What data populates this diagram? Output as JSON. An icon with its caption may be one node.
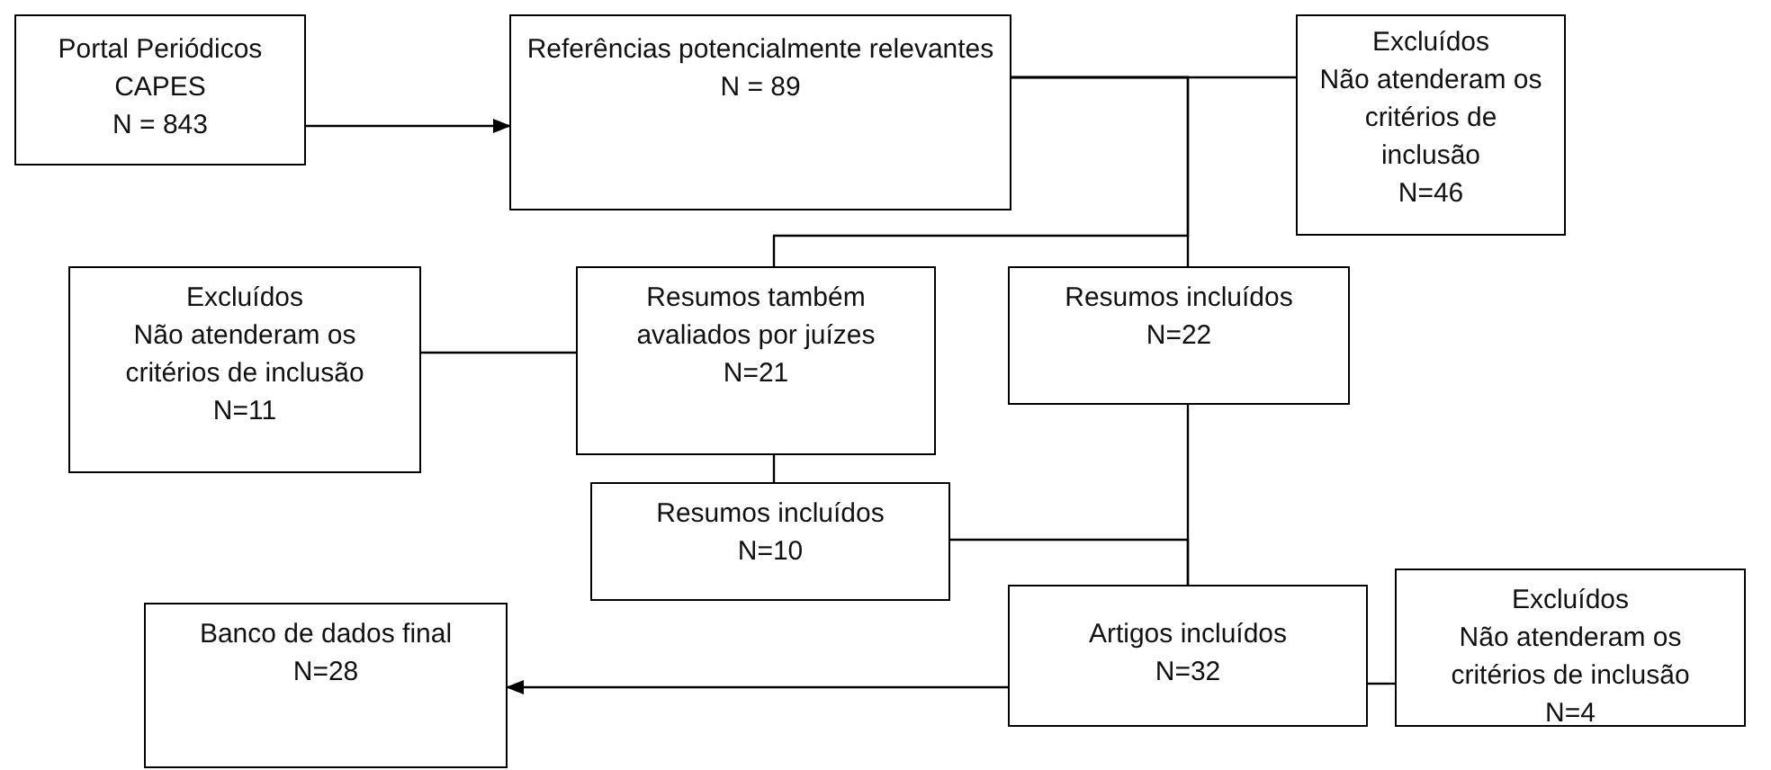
{
  "diagram": {
    "nodes": [
      {
        "text": [
          "Portal Periódicos CAPES",
          "N = 843"
        ]
      },
      {
        "text": [
          "Referências potencialmente relevantes",
          "N = 89"
        ]
      },
      {
        "text": [
          "Excluídos",
          "Não atenderam os critérios de inclusão",
          "N=46"
        ]
      },
      {
        "text": [
          "Excluídos",
          "Não atenderam os critérios de inclusão",
          "N=11"
        ]
      },
      {
        "text": [
          "Resumos também avaliados por juízes",
          "N=21"
        ]
      },
      {
        "text": [
          "Resumos incluídos",
          "N=22"
        ]
      },
      {
        "text": [
          "Resumos incluídos",
          "N=10"
        ]
      },
      {
        "text": [
          "Banco de dados final",
          "N=28"
        ]
      },
      {
        "text": [
          "Artigos incluídos",
          "N=32"
        ]
      },
      {
        "text": [
          "Excluídos",
          "Não atenderam os critérios de inclusão",
          "N=4"
        ]
      }
    ],
    "edges": [
      {
        "from": 0,
        "to": 1,
        "arrow": "to"
      },
      {
        "from": 1,
        "to": 2,
        "arrow": "none"
      },
      {
        "from": 1,
        "to": 4,
        "arrow": "none"
      },
      {
        "from": 1,
        "to": 5,
        "arrow": "none"
      },
      {
        "from": 4,
        "to": 3,
        "arrow": "none"
      },
      {
        "from": 4,
        "to": 6,
        "arrow": "none"
      },
      {
        "from": 5,
        "to": 8,
        "arrow": "none"
      },
      {
        "from": 6,
        "to": 8,
        "arrow": "none"
      },
      {
        "from": 8,
        "to": 9,
        "arrow": "none"
      },
      {
        "from": 8,
        "to": 7,
        "arrow": "to"
      }
    ]
  }
}
